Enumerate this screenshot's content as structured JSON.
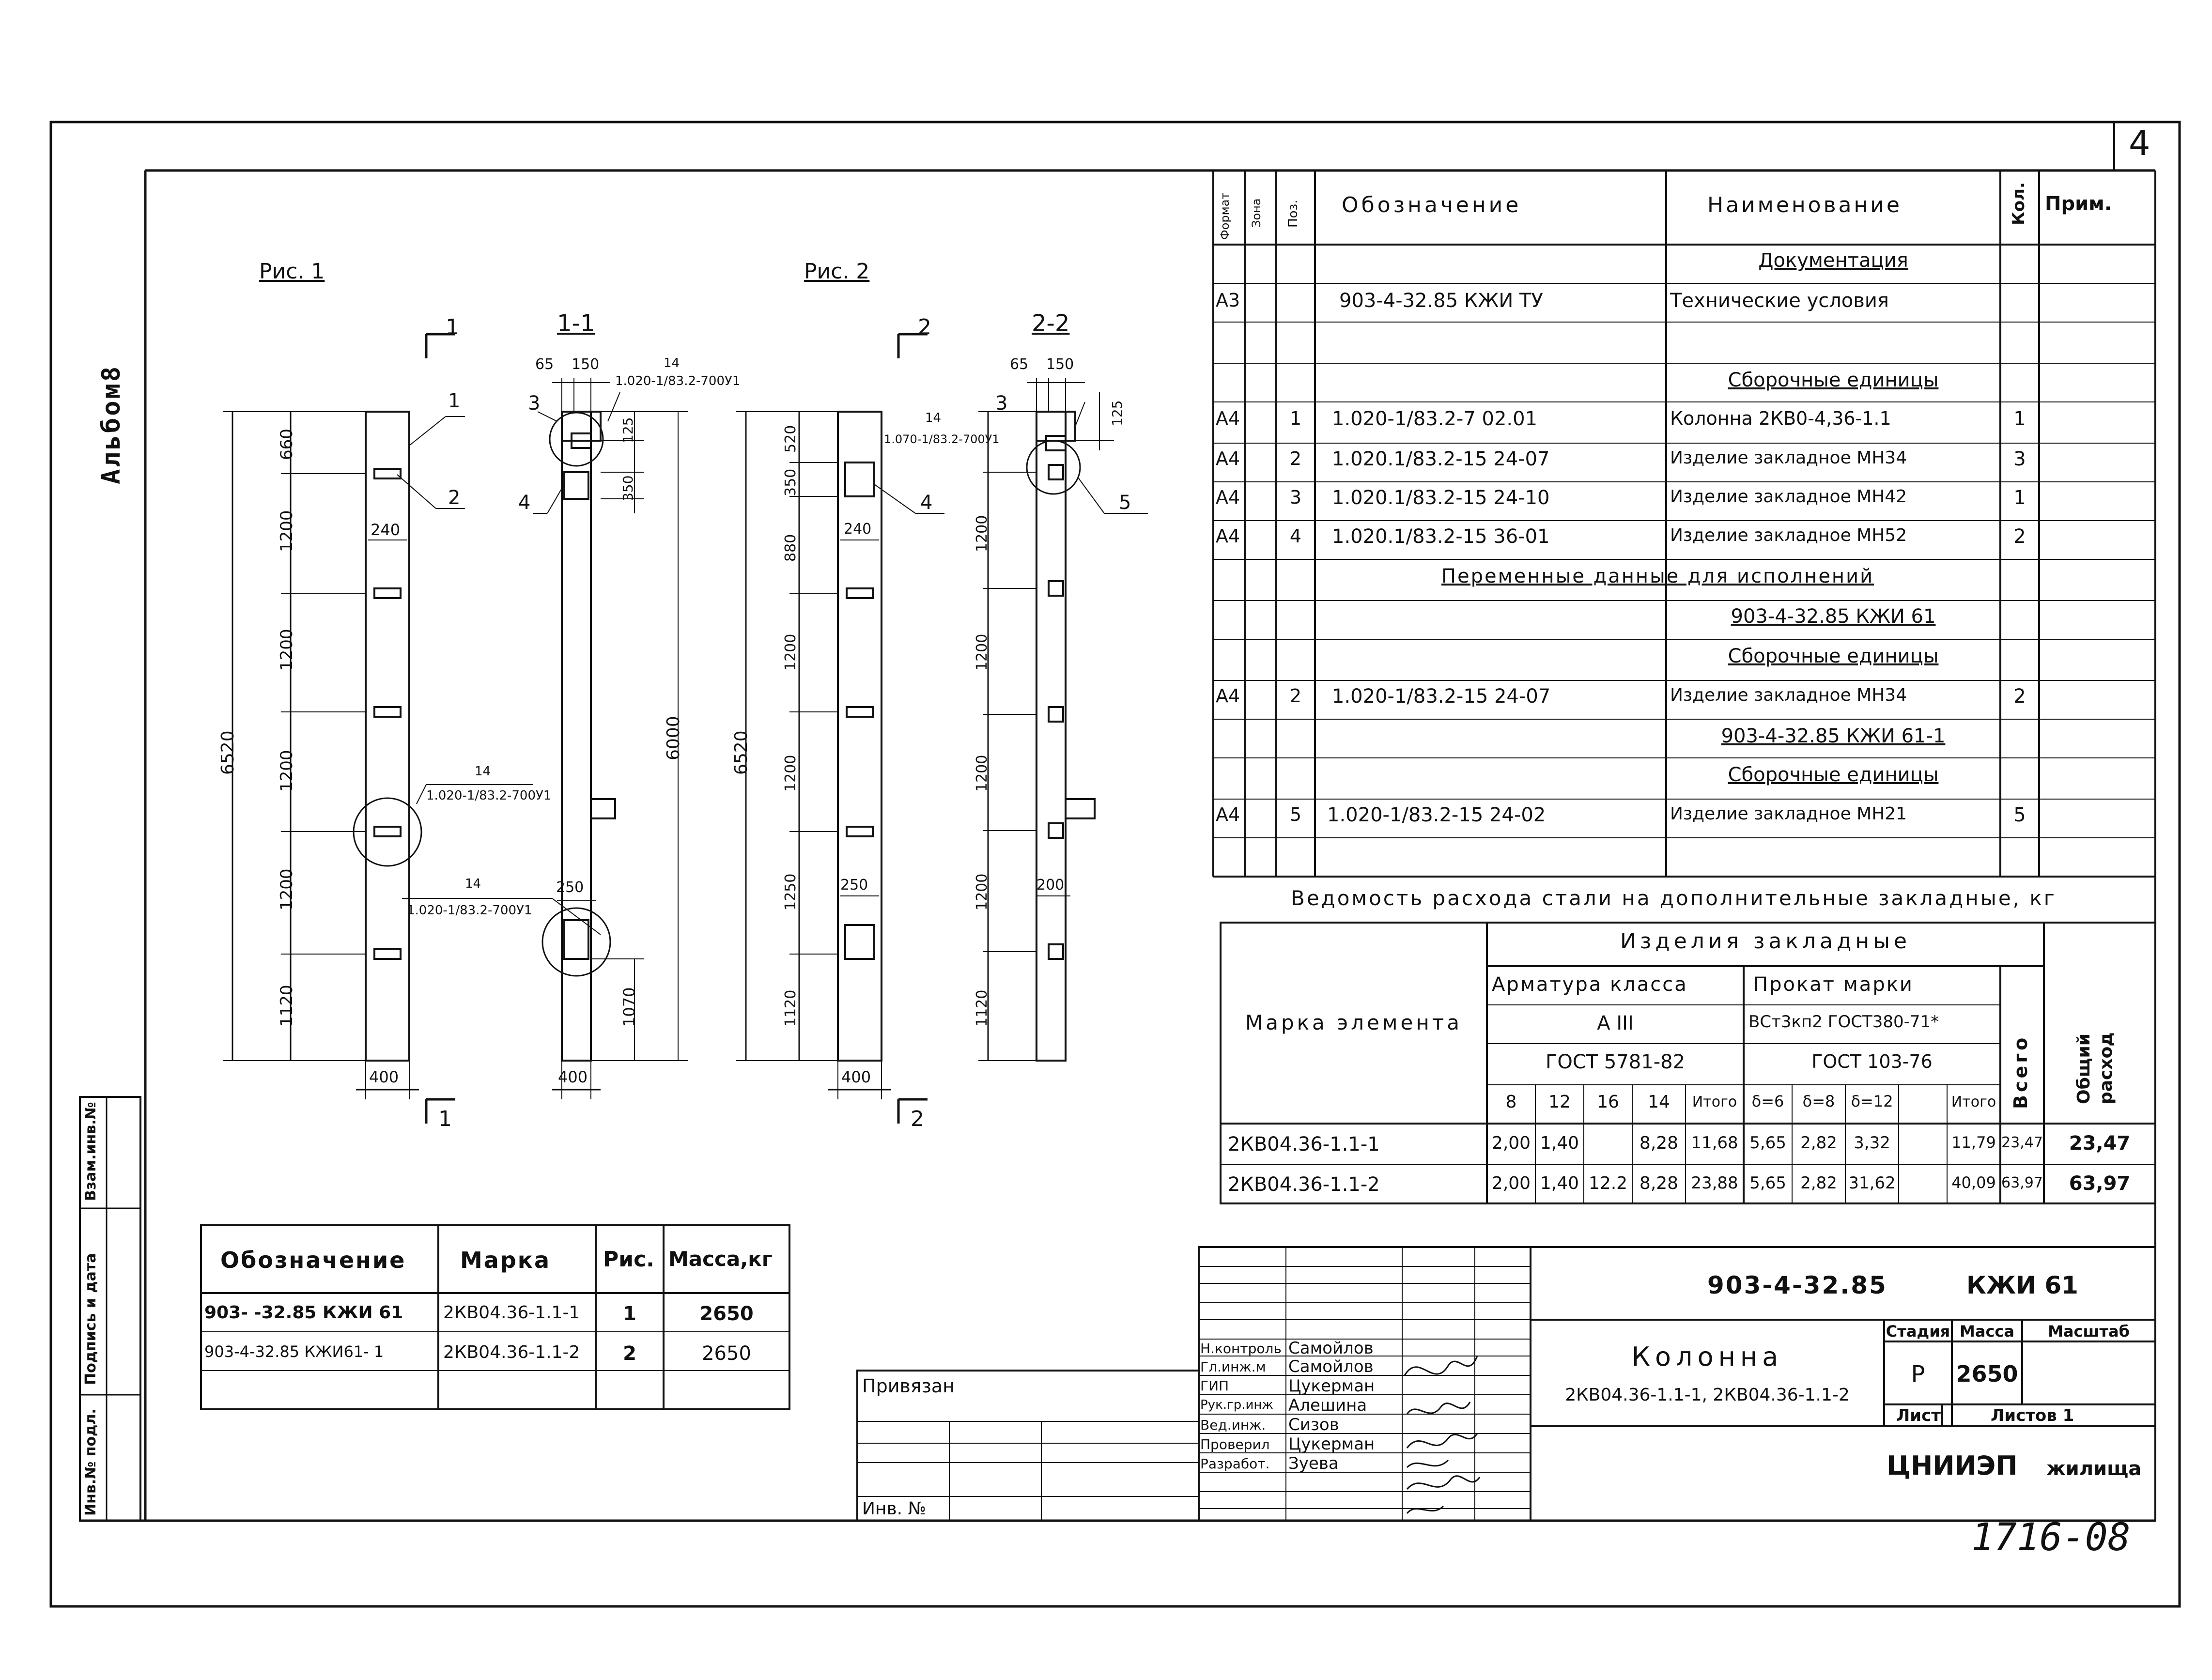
{
  "sheet": {
    "page_number": "4",
    "album_label": "Альбом8",
    "archive_number": "1716-08"
  },
  "side_stamp": {
    "cells": [
      "Инв.№ подл.",
      "Подпись и дата",
      "Взам.инв.№"
    ]
  },
  "figures": {
    "fig1_title": "Рис. 1",
    "fig2_title": "Рис. 2",
    "section_1_1": "1-1",
    "section_2_2": "2-2",
    "cut_1": "1",
    "cut_2": "2",
    "fig1": {
      "total_height": "6520",
      "segments": [
        "660",
        "1200",
        "1200",
        "1200",
        "1200",
        "1120"
      ],
      "width": "400",
      "pitch": "240",
      "callouts": [
        "1",
        "2"
      ],
      "weld": "1.020-1/83.2-700У1",
      "weld_num": "14"
    },
    "sec11": {
      "top_dims": [
        "65",
        "150"
      ],
      "weld_top": "1.020-1/83.2-700У1",
      "weld_num": "14",
      "dim_125": "125",
      "dim_350": "350",
      "height": "6000",
      "dim_250": "250",
      "bottom": "1070",
      "width": "400",
      "callouts": [
        "3",
        "4"
      ],
      "weld_bottom": "1.020-1/83.2-700У1"
    },
    "fig2": {
      "total_height": "6520",
      "segments": [
        "520",
        "350",
        "880",
        "1200",
        "1200",
        "1250",
        "1120"
      ],
      "width": "400",
      "pitch": "240",
      "dim_250": "250",
      "weld": "1.070-1/83.2-700У1",
      "weld_num": "14",
      "callouts": [
        "4"
      ]
    },
    "sec22": {
      "top_dims": [
        "65",
        "150"
      ],
      "dim_125": "125",
      "segments": [
        "1200",
        "1200",
        "1200",
        "1200",
        "1120"
      ],
      "dim_200": "200",
      "callouts": [
        "3",
        "5"
      ]
    }
  },
  "spec": {
    "headers": [
      "Формат",
      "Зона",
      "Поз.",
      "Обозначение",
      "Наименование",
      "Кол.",
      "Прим."
    ],
    "rows": [
      {
        "fmt": "",
        "pos": "",
        "des": "",
        "name": "Документация",
        "qty": "",
        "section": true
      },
      {
        "fmt": "А3",
        "pos": "",
        "des": "903-4-32.85  КЖИ ТУ",
        "name": "Технические условия",
        "qty": "",
        "section": false
      },
      {
        "fmt": "",
        "pos": "",
        "des": "",
        "name": "",
        "qty": "",
        "section": false
      },
      {
        "fmt": "",
        "pos": "",
        "des": "",
        "name": "Сборочные единицы",
        "qty": "",
        "section": true
      },
      {
        "fmt": "А4",
        "pos": "1",
        "des": "1.020-1/83.2-7  02.01",
        "name": "Колонна 2КВ0-4,36-1.1",
        "qty": "1",
        "section": false
      },
      {
        "fmt": "А4",
        "pos": "2",
        "des": "1.020.1/83.2-15  24-07",
        "name": "Изделие закладное МН34",
        "qty": "3",
        "section": false
      },
      {
        "fmt": "А4",
        "pos": "3",
        "des": "1.020.1/83.2-15  24-10",
        "name": "Изделие закладное МН42",
        "qty": "1",
        "section": false
      },
      {
        "fmt": "А4",
        "pos": "4",
        "des": "1.020.1/83.2-15  36-01",
        "name": "Изделие закладное МН52",
        "qty": "2",
        "section": false
      },
      {
        "fmt": "",
        "pos": "",
        "des": "",
        "name": "Переменные данные для исполнений",
        "qty": "",
        "section": "wide"
      },
      {
        "fmt": "",
        "pos": "",
        "des": "",
        "name": "903-4-32.85  КЖИ 61",
        "qty": "",
        "section": true
      },
      {
        "fmt": "",
        "pos": "",
        "des": "",
        "name": "Сборочные единицы",
        "qty": "",
        "section": true
      },
      {
        "fmt": "А4",
        "pos": "2",
        "des": "1.020-1/83.2-15  24-07",
        "name": "Изделие закладное МН34",
        "qty": "2",
        "section": false
      },
      {
        "fmt": "",
        "pos": "",
        "des": "",
        "name": "903-4-32.85  КЖИ 61-1",
        "qty": "",
        "section": true
      },
      {
        "fmt": "",
        "pos": "",
        "des": "",
        "name": "Сборочные единицы",
        "qty": "",
        "section": true
      },
      {
        "fmt": "А4",
        "pos": "5",
        "des": "1.020-1/83.2-15  24-02",
        "name": "Изделие закладное МН21",
        "qty": "5",
        "section": false
      },
      {
        "fmt": "",
        "pos": "",
        "des": "",
        "name": "",
        "qty": "",
        "section": false
      }
    ]
  },
  "steel": {
    "title": "Ведомость расхода стали на дополнительные закладные, кг",
    "h_items": "Изделия закладные",
    "h_element": "Марка элемента",
    "h_rebar": "Арматура класса",
    "h_rebar_class": "А III",
    "h_rebar_gost": "ГОСТ 5781-82",
    "h_rolled": "Прокат марки",
    "h_rolled_grade": "ВСт3кп2 ГОСТ380-71*",
    "h_rolled_gost": "ГОСТ 103-76",
    "h_total": "Всего",
    "h_overall": "Общий расход",
    "cols": [
      "8",
      "12",
      "16",
      "14",
      "Итого",
      "δ=6",
      "δ=8",
      "δ=12",
      "",
      "Итого"
    ],
    "rows": [
      {
        "mark": "2КВ04.36-1.1-1",
        "vals": [
          "2,00",
          "1,40",
          "",
          "8,28",
          "11,68",
          "5,65",
          "2,82",
          "3,32",
          "",
          "11,79"
        ],
        "total": "23,47",
        "overall": "23,47"
      },
      {
        "mark": "2КВ04.36-1.1-2",
        "vals": [
          "2,00",
          "1,40",
          "12.2",
          "8,28",
          "23,88",
          "5,65",
          "2,82",
          "31,62",
          "",
          "40,09"
        ],
        "total": "63,97",
        "overall": "63,97"
      }
    ]
  },
  "marks": {
    "headers": [
      "Обозначение",
      "Марка",
      "Рис.",
      "Масса,кг"
    ],
    "rows": [
      {
        "des": "903- -32.85 КЖИ 61",
        "mark": "2КВ04.36-1.1-1",
        "fig": "1",
        "mass": "2650"
      },
      {
        "des": "903-4-32.85 КЖИ61- 1",
        "mark": "2КВ04.36-1.1-2",
        "fig": "2",
        "mass": "2650"
      }
    ]
  },
  "binding": {
    "label": "Привязан",
    "inv": "Инв. №"
  },
  "title_block": {
    "code": "903-4-32.85",
    "code_suffix": "КЖИ 61",
    "name": "Колонна",
    "subname": "2КВ04.36-1.1-1, 2КВ04.36-1.1-2",
    "h_stage": "Стадия",
    "h_mass": "Масса",
    "h_scale": "Масштаб",
    "stage": "Р",
    "mass": "2650",
    "sheet": "Лист",
    "sheets": "Листов 1",
    "org": "ЦНИИЭП",
    "org_suffix": "жилища",
    "signers": [
      {
        "role": "Н.контроль",
        "name": "Самойлов"
      },
      {
        "role": "Гл.инж.м",
        "name": "Самойлов"
      },
      {
        "role": "ГИП",
        "name": "Цукерман"
      },
      {
        "role": "Рук.гр.инж",
        "name": "Алешина"
      },
      {
        "role": "Вед.инж.",
        "name": "Сизов"
      },
      {
        "role": "Проверил",
        "name": "Цукерман"
      },
      {
        "role": "Разработ.",
        "name": "Зуева"
      }
    ]
  }
}
